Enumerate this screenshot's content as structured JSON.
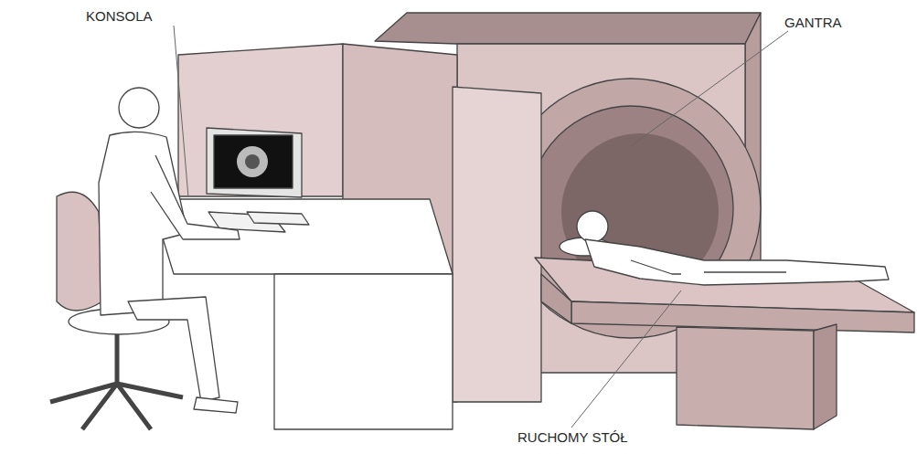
{
  "diagram": {
    "labels": [
      "KONSOLA",
      "GANTRA",
      "RUCHOMY STÓŁ"
    ]
  }
}
